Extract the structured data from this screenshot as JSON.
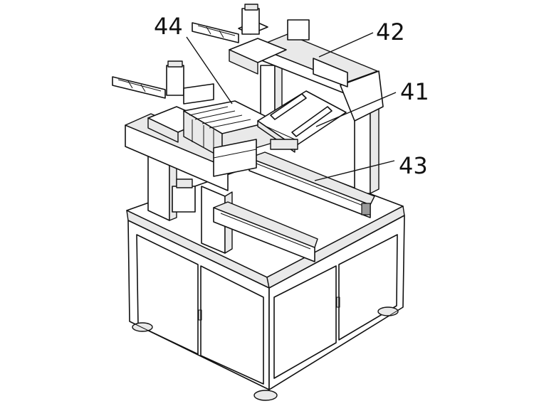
{
  "figure": {
    "labels": [
      {
        "id": "44",
        "text": "44"
      },
      {
        "id": "42",
        "text": "42"
      },
      {
        "id": "41",
        "text": "41"
      },
      {
        "id": "43",
        "text": "43"
      }
    ]
  }
}
